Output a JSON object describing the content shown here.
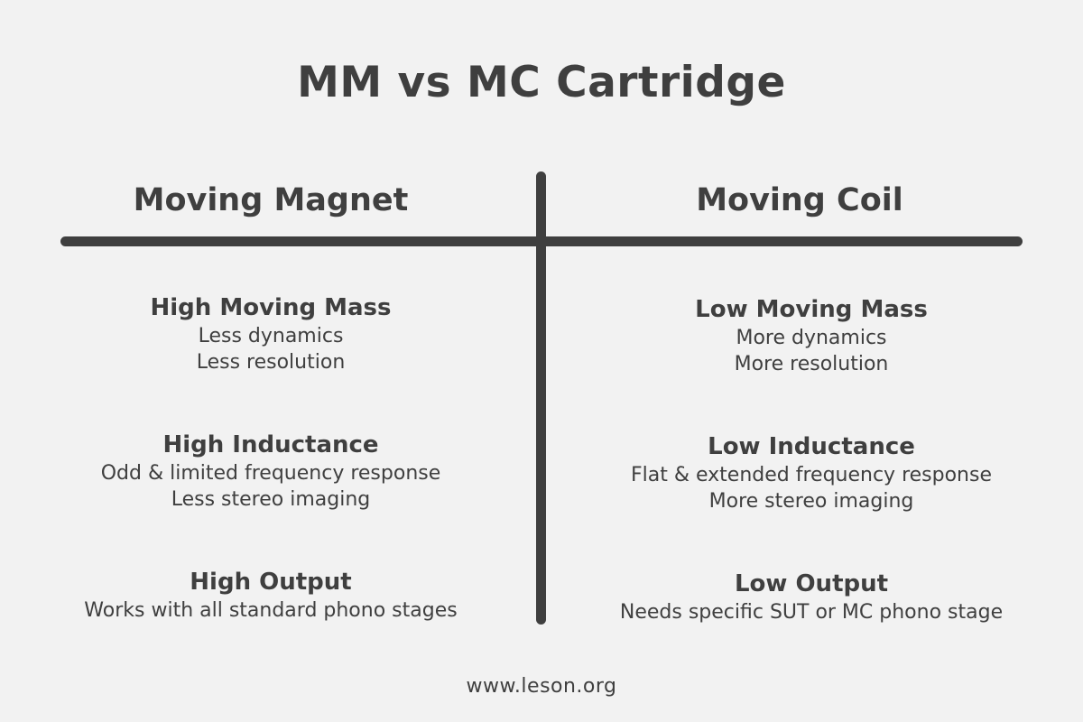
{
  "title": "MM vs MC Cartridge",
  "columns": [
    {
      "heading": "Moving Magnet",
      "blocks": [
        {
          "title": "High Moving Mass",
          "lines": [
            "Less dynamics",
            "Less resolution"
          ]
        },
        {
          "title": "High Inductance",
          "lines": [
            "Odd & limited frequency response",
            "Less stereo imaging"
          ]
        },
        {
          "title": "High Output",
          "lines": [
            "Works with all standard phono stages"
          ]
        }
      ]
    },
    {
      "heading": "Moving Coil",
      "blocks": [
        {
          "title": "Low Moving Mass",
          "lines": [
            "More dynamics",
            "More resolution"
          ]
        },
        {
          "title": "Low Inductance",
          "lines": [
            "Flat & extended frequency response",
            "More stereo imaging"
          ]
        },
        {
          "title": "Low Output",
          "lines": [
            "Needs specific SUT or MC phono stage"
          ]
        }
      ]
    }
  ],
  "footer": "www.leson.org",
  "colors": {
    "background": "#f2f2f2",
    "ink": "#3f3f3f"
  }
}
